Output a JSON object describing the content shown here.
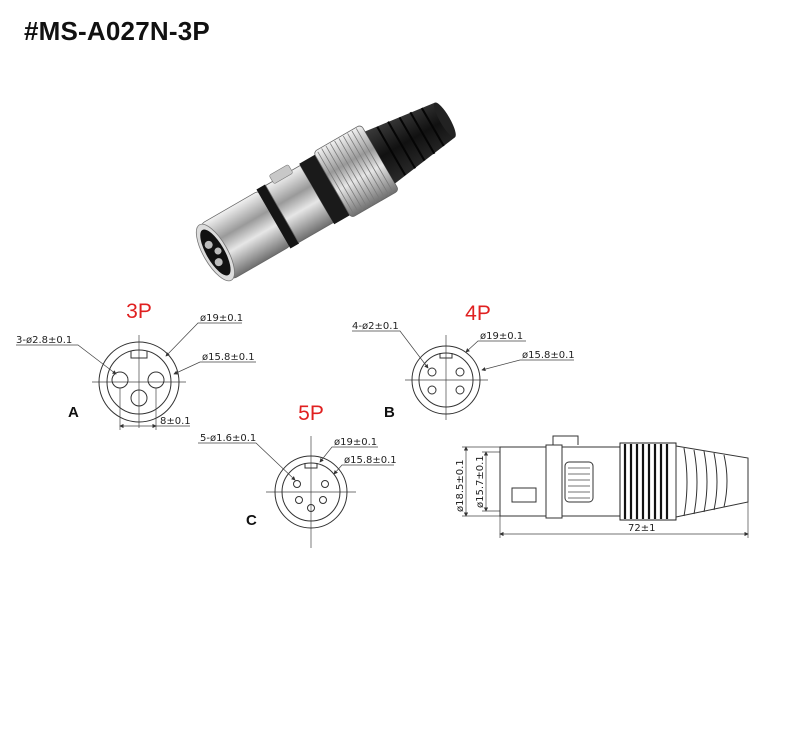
{
  "title": "#MS-A027N-3P",
  "colors": {
    "pin_label": "#e02020",
    "line": "#333333"
  },
  "views": {
    "a": {
      "letter": "A",
      "pins": "3P",
      "dims": {
        "holes": "3-ø2.8±0.1",
        "outer": "ø19±0.1",
        "inner": "ø15.8±0.1",
        "spacing": "8±0.1"
      }
    },
    "b": {
      "letter": "B",
      "pins": "4P",
      "dims": {
        "holes": "4-ø2±0.1",
        "outer": "ø19±0.1",
        "inner": "ø15.8±0.1"
      }
    },
    "c": {
      "letter": "C",
      "pins": "5P",
      "dims": {
        "holes": "5-ø1.6±0.1",
        "outer": "ø19±0.1",
        "inner": "ø15.8±0.1"
      }
    },
    "side": {
      "dims": {
        "height_outer": "ø18.5±0.1",
        "height_inner": "ø15.7±0.1",
        "length": "72±1"
      }
    }
  }
}
